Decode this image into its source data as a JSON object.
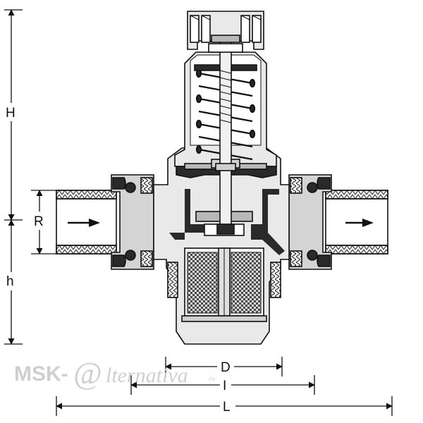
{
  "dimensions": {
    "H": "H",
    "R": "R",
    "h": "h",
    "D": "D",
    "I": "I",
    "L": "L"
  },
  "watermark": {
    "left": "MSK-",
    "at": "@",
    "right": "lternativa",
    "tld": ".ru"
  },
  "colors": {
    "line": "#111111",
    "body_fill": "#e9e9e9",
    "section_fill": "#b8b8b8",
    "dark_part": "#2a2a2a",
    "watermark": "#cfcfcf"
  }
}
